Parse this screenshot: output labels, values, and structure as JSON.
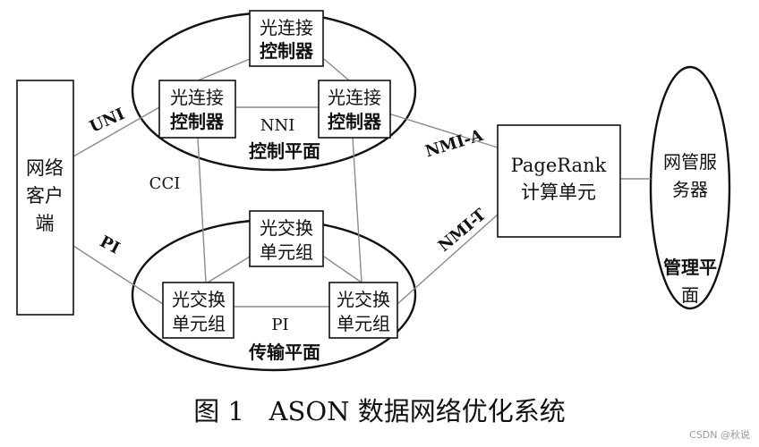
{
  "nodes": {
    "client": [
      "网络",
      "客户",
      "端"
    ],
    "ctrl_top": [
      "光连接",
      "控制器"
    ],
    "ctrl_left": [
      "光连接",
      "控制器"
    ],
    "ctrl_right": [
      "光连接",
      "控制器"
    ],
    "sw_top": [
      "光交换",
      "单元组"
    ],
    "sw_left": [
      "光交换",
      "单元组"
    ],
    "sw_right": [
      "光交换",
      "单元组"
    ],
    "pagerank": [
      "PageRank",
      "计算单元"
    ],
    "nms": [
      "网管服",
      "务器"
    ]
  },
  "planes": {
    "control": "控制平面",
    "transport": "传输平面",
    "management": [
      "管理平",
      "面"
    ]
  },
  "links": {
    "uni": "UNI",
    "nni": "NNI",
    "cci": "CCI",
    "pi_client": "PI",
    "pi_transport": "PI",
    "nmi_a": "NMI-A",
    "nmi_t": "NMI-T"
  },
  "caption": "图 1   ASON 数据网络优化系统",
  "watermark": "CSDN @秋说"
}
